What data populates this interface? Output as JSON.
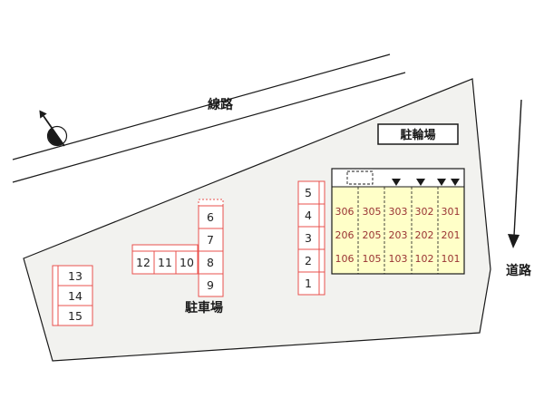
{
  "diagram": {
    "labels": {
      "railway": "線路",
      "bicycle_parking": "駐輪場",
      "parking_lot": "駐車場",
      "road": "道路"
    },
    "parking": {
      "right_column": [
        "5",
        "4",
        "3",
        "2",
        "1"
      ],
      "middle_column": [
        "6",
        "7",
        "8",
        "9"
      ],
      "middle_row": [
        "12",
        "11",
        "10"
      ],
      "left_column": [
        "13",
        "14",
        "15"
      ]
    },
    "building": {
      "rooms": [
        [
          "306",
          "305",
          "303",
          "302",
          "301"
        ],
        [
          "206",
          "205",
          "203",
          "202",
          "201"
        ],
        [
          "106",
          "105",
          "103",
          "102",
          "101"
        ]
      ]
    },
    "colors": {
      "site_fill": "#f2f2ef",
      "stall_red": "#e8504c",
      "building_fill": "#ffffc8",
      "room_number": "#993333",
      "line": "#1a1a1a"
    }
  }
}
